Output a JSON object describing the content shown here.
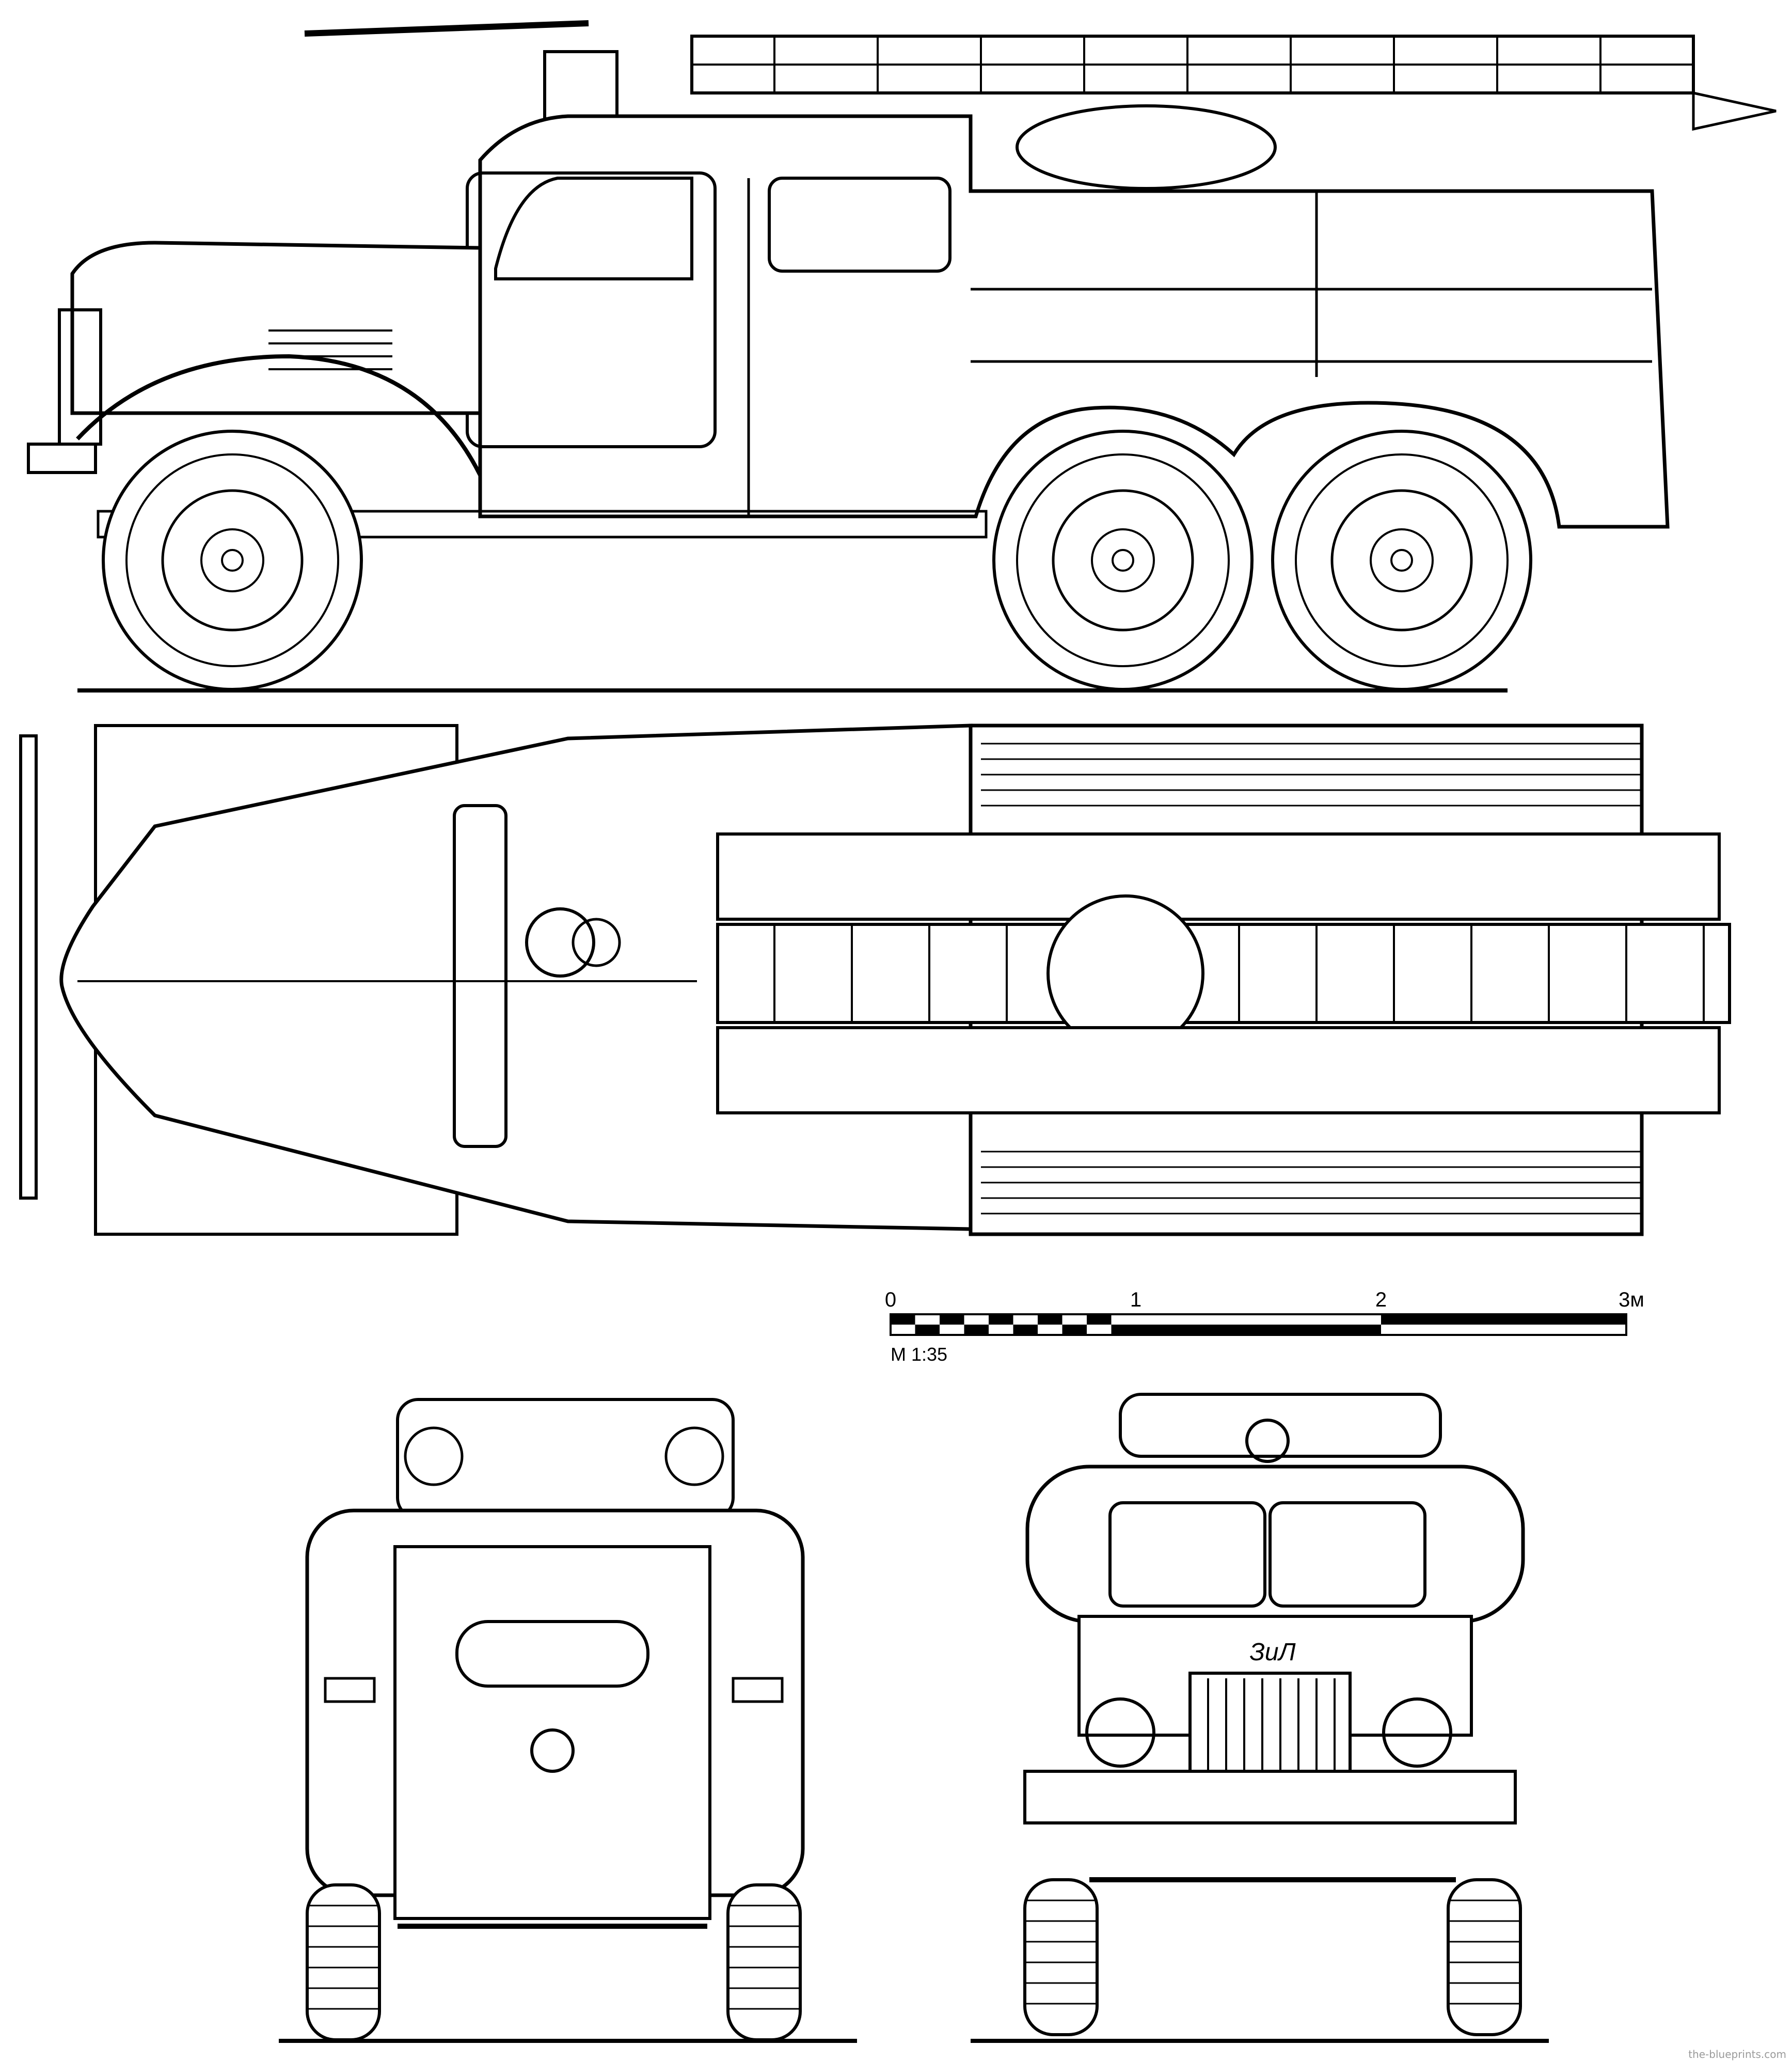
{
  "scale_bar": {
    "ticks": [
      "0",
      "1",
      "2",
      "3м"
    ],
    "ratio_label": "М 1:35"
  },
  "cab_emblem": "ЗиЛ",
  "watermark": "the-blueprints.com",
  "views": [
    {
      "name": "side-view"
    },
    {
      "name": "top-view"
    },
    {
      "name": "rear-view"
    },
    {
      "name": "front-view"
    }
  ],
  "colors": {
    "ink": "#000000",
    "paper": "#ffffff"
  }
}
